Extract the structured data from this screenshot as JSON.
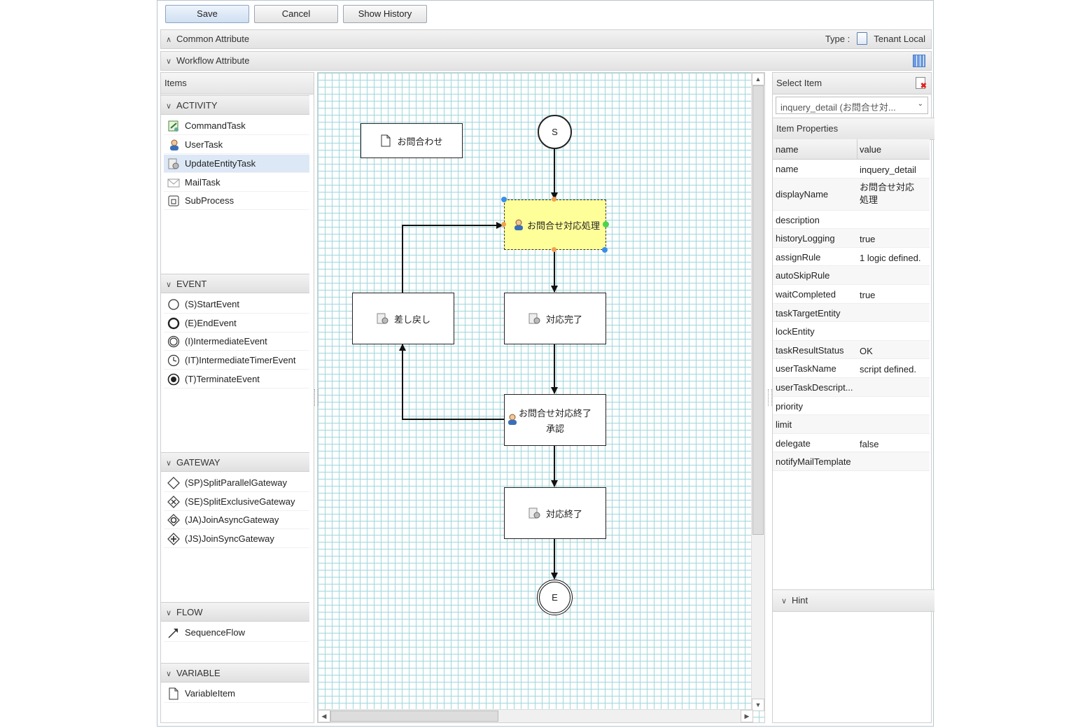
{
  "toolbar": {
    "save_label": "Save",
    "cancel_label": "Cancel",
    "history_label": "Show History"
  },
  "common_attribute": {
    "label": "Common Attribute",
    "type_label": "Type :",
    "type_value": "Tenant Local",
    "icon": "document-icon"
  },
  "workflow_attribute": {
    "label": "Workflow Attribute",
    "icon": "grid-icon"
  },
  "items_panel": {
    "title": "Items",
    "sections": [
      {
        "label": "ACTIVITY",
        "items": [
          "CommandTask",
          "UserTask",
          "UpdateEntityTask",
          "MailTask",
          "SubProcess"
        ],
        "selected": "UpdateEntityTask"
      },
      {
        "label": "EVENT",
        "items": [
          "(S)StartEvent",
          "(E)EndEvent",
          "(I)IntermediateEvent",
          "(IT)IntermediateTimerEvent",
          "(T)TerminateEvent"
        ]
      },
      {
        "label": "GATEWAY",
        "items": [
          "(SP)SplitParallelGateway",
          "(SE)SplitExclusiveGateway",
          "(JA)JoinAsyncGateway",
          "(JS)JoinSyncGateway"
        ]
      },
      {
        "label": "FLOW",
        "items": [
          "SequenceFlow"
        ]
      },
      {
        "label": "VARIABLE",
        "items": [
          "VariableItem"
        ]
      }
    ]
  },
  "diagram": {
    "variable": "お問合わせ",
    "start": "S",
    "end": "E",
    "task_selected": "お問合せ対応処理",
    "task_return": "差し戻し",
    "task_done": "対応完了",
    "task_approve_line1": "お問合せ対応終了",
    "task_approve_line2": "承認",
    "task_finish": "対応終了"
  },
  "right_panel": {
    "select_title": "Select Item",
    "select_value": "inquery_detail (お問合せ対...",
    "props_title": "Item Properties",
    "col_name": "name",
    "col_value": "value",
    "rows": [
      {
        "k": "name",
        "v": "inquery_detail"
      },
      {
        "k": "displayName",
        "v": "お問合せ対応処理"
      },
      {
        "k": "description",
        "v": ""
      },
      {
        "k": "historyLogging",
        "v": "true"
      },
      {
        "k": "assignRule",
        "v": "1 logic defined."
      },
      {
        "k": "autoSkipRule",
        "v": ""
      },
      {
        "k": "waitCompleted",
        "v": "true"
      },
      {
        "k": "taskTargetEntity",
        "v": ""
      },
      {
        "k": "lockEntity",
        "v": ""
      },
      {
        "k": "taskResultStatus",
        "v": "OK"
      },
      {
        "k": "userTaskName",
        "v": "script defined."
      },
      {
        "k": "userTaskDescript...",
        "v": ""
      },
      {
        "k": "priority",
        "v": ""
      },
      {
        "k": "limit",
        "v": ""
      },
      {
        "k": "delegate",
        "v": "false"
      },
      {
        "k": "notifyMailTemplate",
        "v": ""
      }
    ],
    "hint_title": "Hint"
  }
}
